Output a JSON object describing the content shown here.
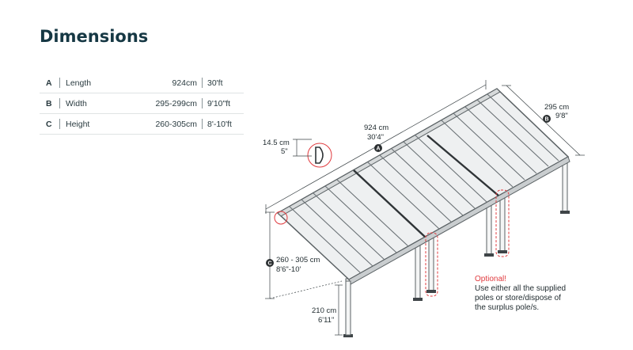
{
  "title": "Dimensions",
  "table": [
    {
      "letter": "A",
      "name": "Length",
      "cm": "924cm",
      "ft": "30'ft"
    },
    {
      "letter": "B",
      "name": "Width",
      "cm": "295-299cm",
      "ft": "9'10\"ft"
    },
    {
      "letter": "C",
      "name": "Height",
      "cm": "260-305cm",
      "ft": "8'-10'ft"
    }
  ],
  "drawing": {
    "length_cm": "924 cm",
    "length_ft": "30'4\"",
    "length_badge": "A",
    "width_cm": "295 cm",
    "width_ft": "9'8\"",
    "width_badge": "B",
    "height_cm": "260 - 305 cm",
    "height_ft": "8'6\"-10'",
    "height_badge": "C",
    "detail_cm": "14.5 cm",
    "detail_in": "5\"",
    "post_cm": "210 cm",
    "post_ft": "6'11\""
  },
  "note": {
    "title": "Optional!",
    "line1": "Use either all the supplied",
    "line2": "poles or store/dispose of",
    "line3": "the surplus pole/s."
  },
  "colors": {
    "heading": "#163844",
    "note_accent": "#e03a3e",
    "frame": "#5a6164"
  }
}
